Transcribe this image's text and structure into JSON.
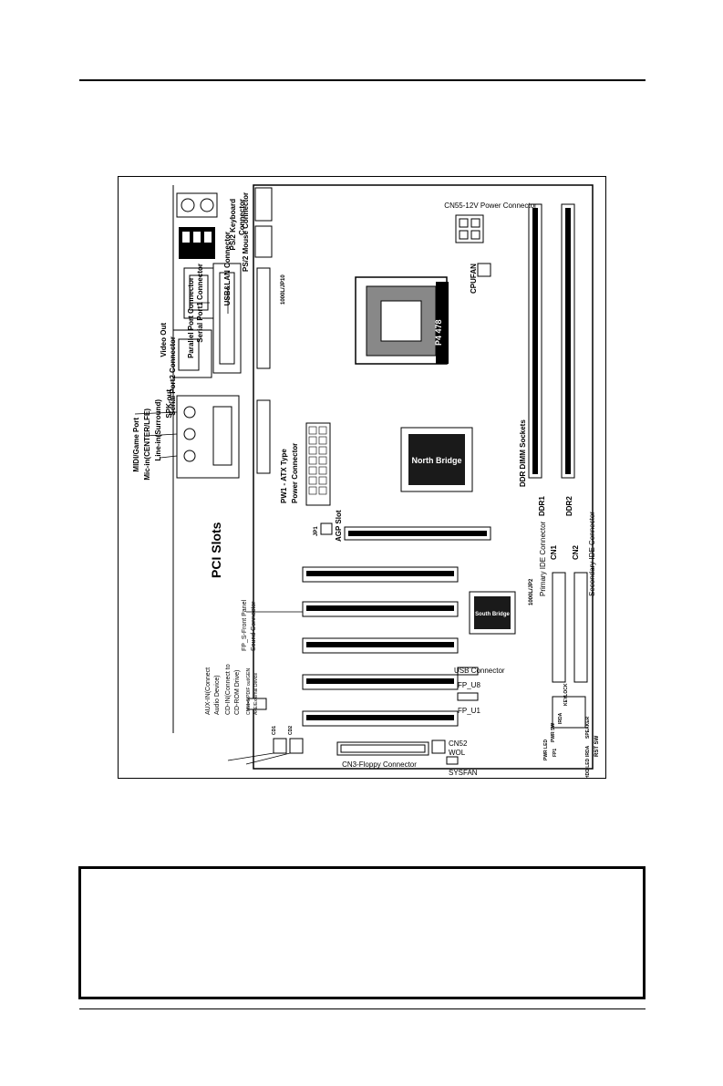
{
  "diagram": {
    "labels": {
      "ps2_keyboard": "PS/2 Keyboard",
      "ps2_keyboard_2": "Connector",
      "ps2_mouse": "PS/2 Mouse Connector",
      "usb_lan": "USB&LAN Connector",
      "serial1": "Serial Port1 Connector",
      "parallel": "Parallel Port Connector",
      "video_out": "Video Out",
      "serial2": "Serial Port2 Connector",
      "spk_out": "SPK-out",
      "line_in": "Line-in(Surround)",
      "mic_in": "Mic-in(CENTER/LFE)",
      "midi": "MIDI/Game Port",
      "jp10": "1000L/JP10",
      "cpu_power": "CN55-12V Power Connector",
      "cpufan": "CPUFAN",
      "cpu_mark": "P4 478",
      "ddr_sockets": "DDR DIMM Sockets",
      "ddr1": "DDR1",
      "ddr2": "DDR2",
      "north_bridge": "North Bridge",
      "south_bridge": "South Bridge",
      "pw1_a": "PW1 - ATX Type",
      "pw1_b": "Power Connector",
      "jp1": "JP1",
      "agp": "AGP Slot",
      "pci": "PCI Slots",
      "cn1": "CN1",
      "cn2": "CN2",
      "primary_ide": "Primary IDE Connector",
      "secondary_ide": "Secondary IDE Connector",
      "jp2": "1000L/JP2",
      "usb_conn": "USB Connector",
      "fp_u8": "FP_U8",
      "fp_u1": "FP_U1",
      "fp_s_a": "FP_S-Front Panel",
      "fp_s_b": "Sound Connector",
      "aux_a": "AUX-IN(Connect",
      "aux_b": "Audio Device)",
      "cd_a": "CD-IN(Connect to",
      "cd_b": "CD-ROM Drive)",
      "cn51": "CN51-S/PDIF out/GEN",
      "cn51b": "AFE/External Device",
      "cd1": "CD1",
      "cd2": "CD2",
      "floppy": "CN3-Floppy Connector",
      "cn52": "CN52",
      "wol": "WOL",
      "sysfan": "SYSFAN",
      "pwr_sw": "PWR SW",
      "irda": "IRDA",
      "keylock": "KEYLOCK",
      "pwr_led": "PWR LED",
      "fp1": "FP1",
      "hdd_led": "HDD LED",
      "irda2": "IRDA",
      "speaker": "SPEAKER",
      "rst_sw": "RST SW",
      "pin1": "1"
    }
  },
  "colors": {
    "ink": "#000000",
    "chip_fill": "#1a1a1a",
    "paper": "#ffffff"
  }
}
